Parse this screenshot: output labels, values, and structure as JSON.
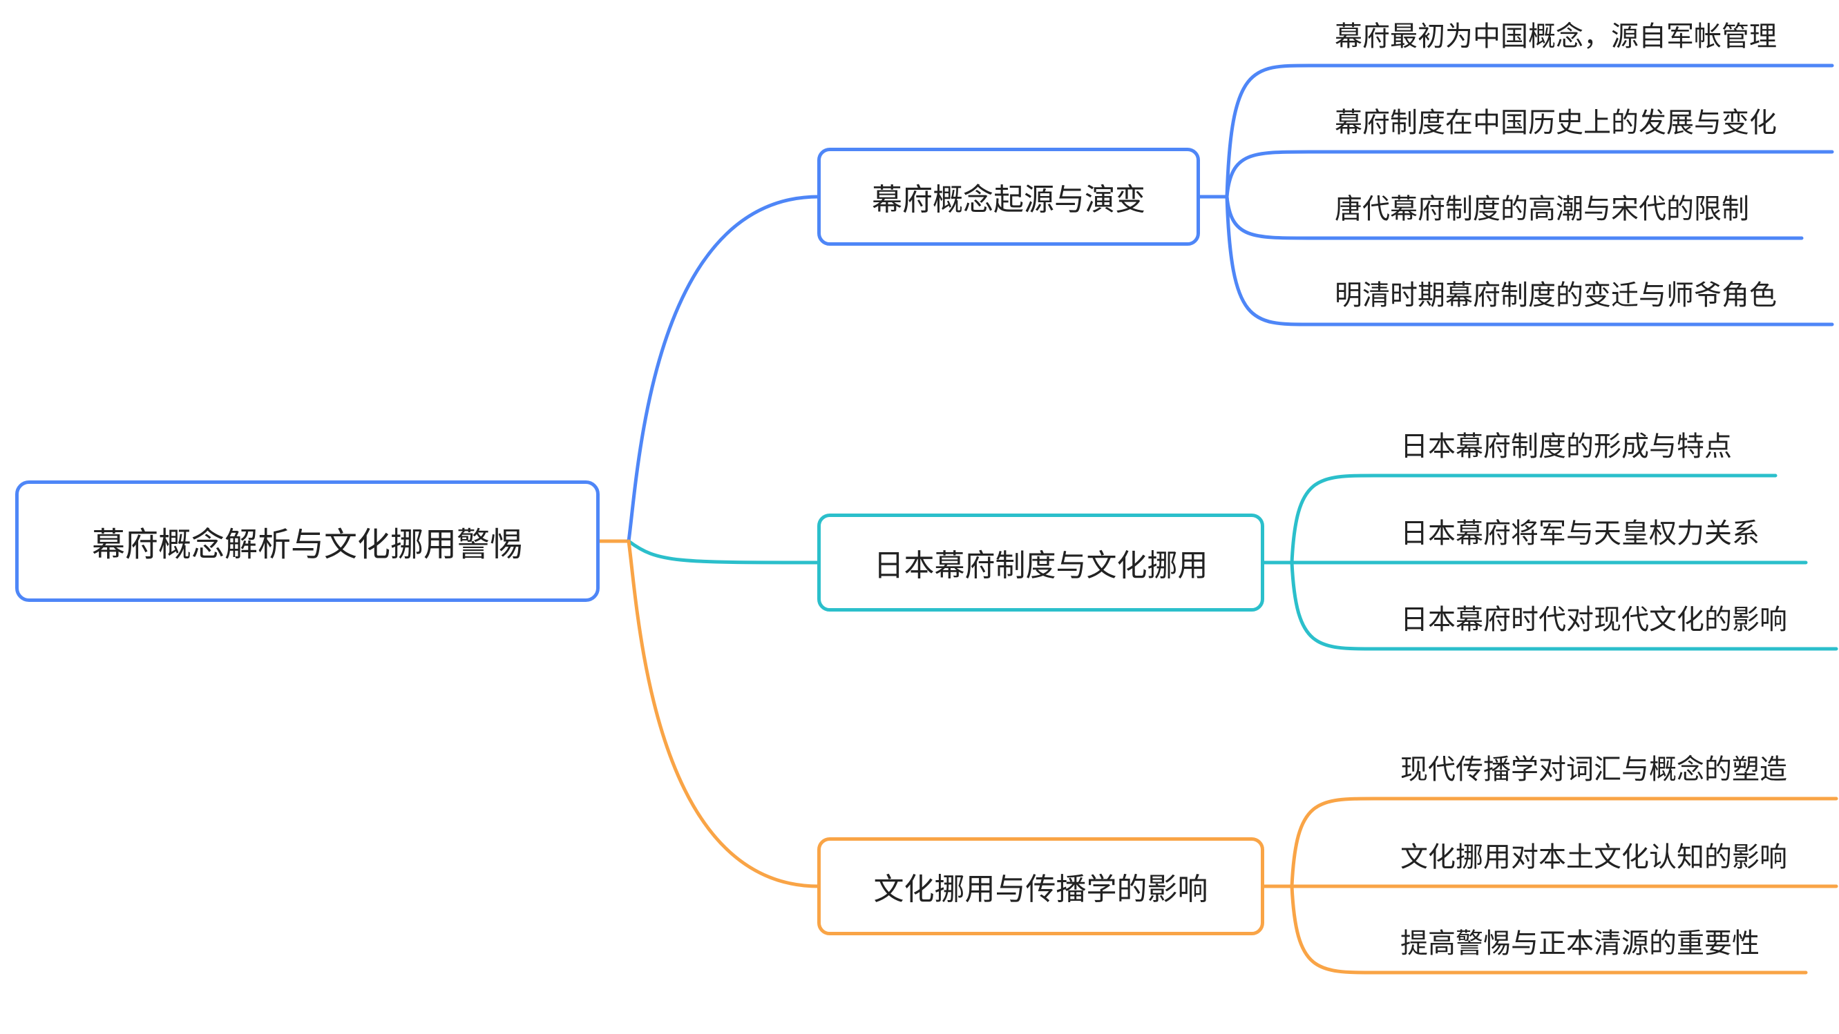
{
  "mindmap": {
    "root": {
      "label": "幕府概念解析与文化挪用警惕",
      "color": "#4E86F7"
    },
    "branches": [
      {
        "label": "幕府概念起源与演变",
        "color": "#4E86F7",
        "children": [
          "幕府最初为中国概念，源自军帐管理",
          "幕府制度在中国历史上的发展与变化",
          "唐代幕府制度的高潮与宋代的限制",
          "明清时期幕府制度的变迁与师爷角色"
        ]
      },
      {
        "label": "日本幕府制度与文化挪用",
        "color": "#2BBFCB",
        "children": [
          "日本幕府制度的形成与特点",
          "日本幕府将军与天皇权力关系",
          "日本幕府时代对现代文化的影响"
        ]
      },
      {
        "label": "文化挪用与传播学的影响",
        "color": "#F9A446",
        "children": [
          "现代传播学对词汇与概念的塑造",
          "文化挪用对本土文化认知的影响",
          "提高警惕与正本清源的重要性"
        ]
      }
    ]
  }
}
